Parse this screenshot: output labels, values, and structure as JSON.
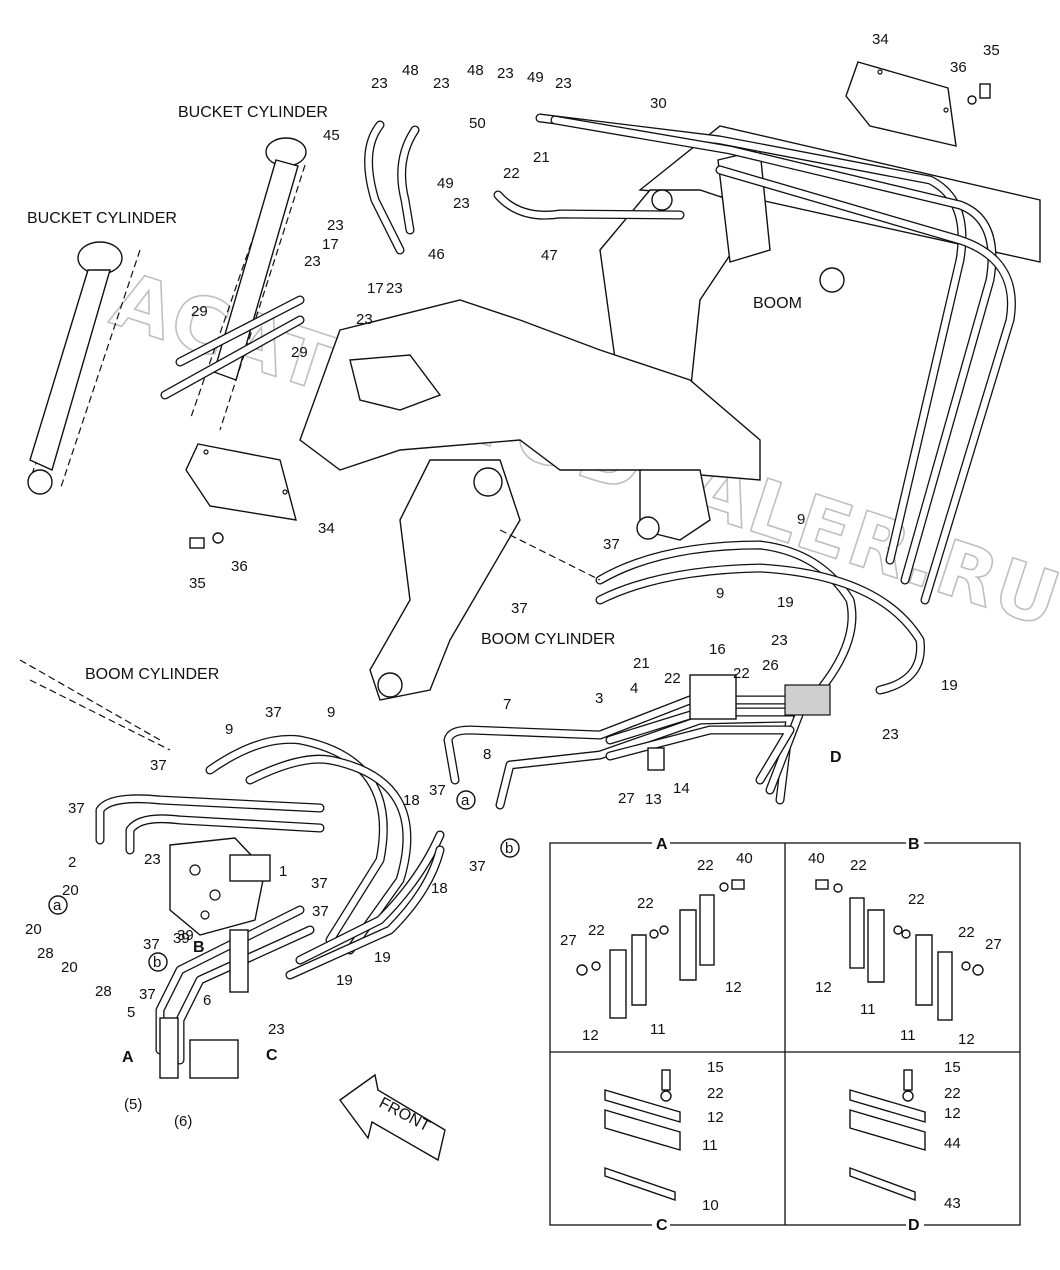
{
  "captions": {
    "bucket_cylinder_upper": "BUCKET CYLINDER",
    "bucket_cylinder_left": "BUCKET CYLINDER",
    "boom": "BOOM",
    "boom_cylinder_right": "BOOM CYLINDER",
    "boom_cylinder_left": "BOOM CYLINDER",
    "front_arrow": "FRONT"
  },
  "watermark": "ACAT.AUTODEALER.RU",
  "callouts": [
    "34",
    "35",
    "36",
    "23",
    "48",
    "23",
    "48",
    "23",
    "49",
    "23",
    "30",
    "45",
    "50",
    "21",
    "22",
    "49",
    "23",
    "47",
    "23",
    "17",
    "46",
    "23",
    "17",
    "23",
    "23",
    "29",
    "29",
    "34",
    "35",
    "36",
    "37",
    "37",
    "9",
    "9",
    "19",
    "16",
    "22",
    "21",
    "23",
    "22",
    "26",
    "19",
    "23",
    "3",
    "4",
    "7",
    "8",
    "27",
    "13",
    "14",
    "37",
    "18",
    "37",
    "18",
    "37",
    "9",
    "9",
    "37",
    "37",
    "1",
    "2",
    "23",
    "20",
    "39",
    "20",
    "37",
    "28",
    "20",
    "28",
    "37",
    "39",
    "37",
    "37",
    "19",
    "19",
    "6",
    "5",
    "23",
    "(5)",
    "(6)"
  ],
  "connector_marks": {
    "a1": "a",
    "b1": "b",
    "a2": "a",
    "b2": "b"
  },
  "section_letters": {
    "B": "B",
    "A": "A",
    "C": "C"
  },
  "detail_panels": {
    "A": {
      "title": "A",
      "labels": [
        "22",
        "40",
        "22",
        "27",
        "22",
        "12",
        "11",
        "12"
      ]
    },
    "B": {
      "title": "B",
      "labels": [
        "40",
        "22",
        "22",
        "22",
        "27",
        "12",
        "11",
        "11",
        "12"
      ]
    },
    "C": {
      "title": "C",
      "labels": [
        "15",
        "22",
        "12",
        "11",
        "10"
      ]
    },
    "D": {
      "title": "D",
      "labels": [
        "15",
        "22",
        "12",
        "44",
        "43"
      ]
    }
  },
  "d_marker": "D"
}
